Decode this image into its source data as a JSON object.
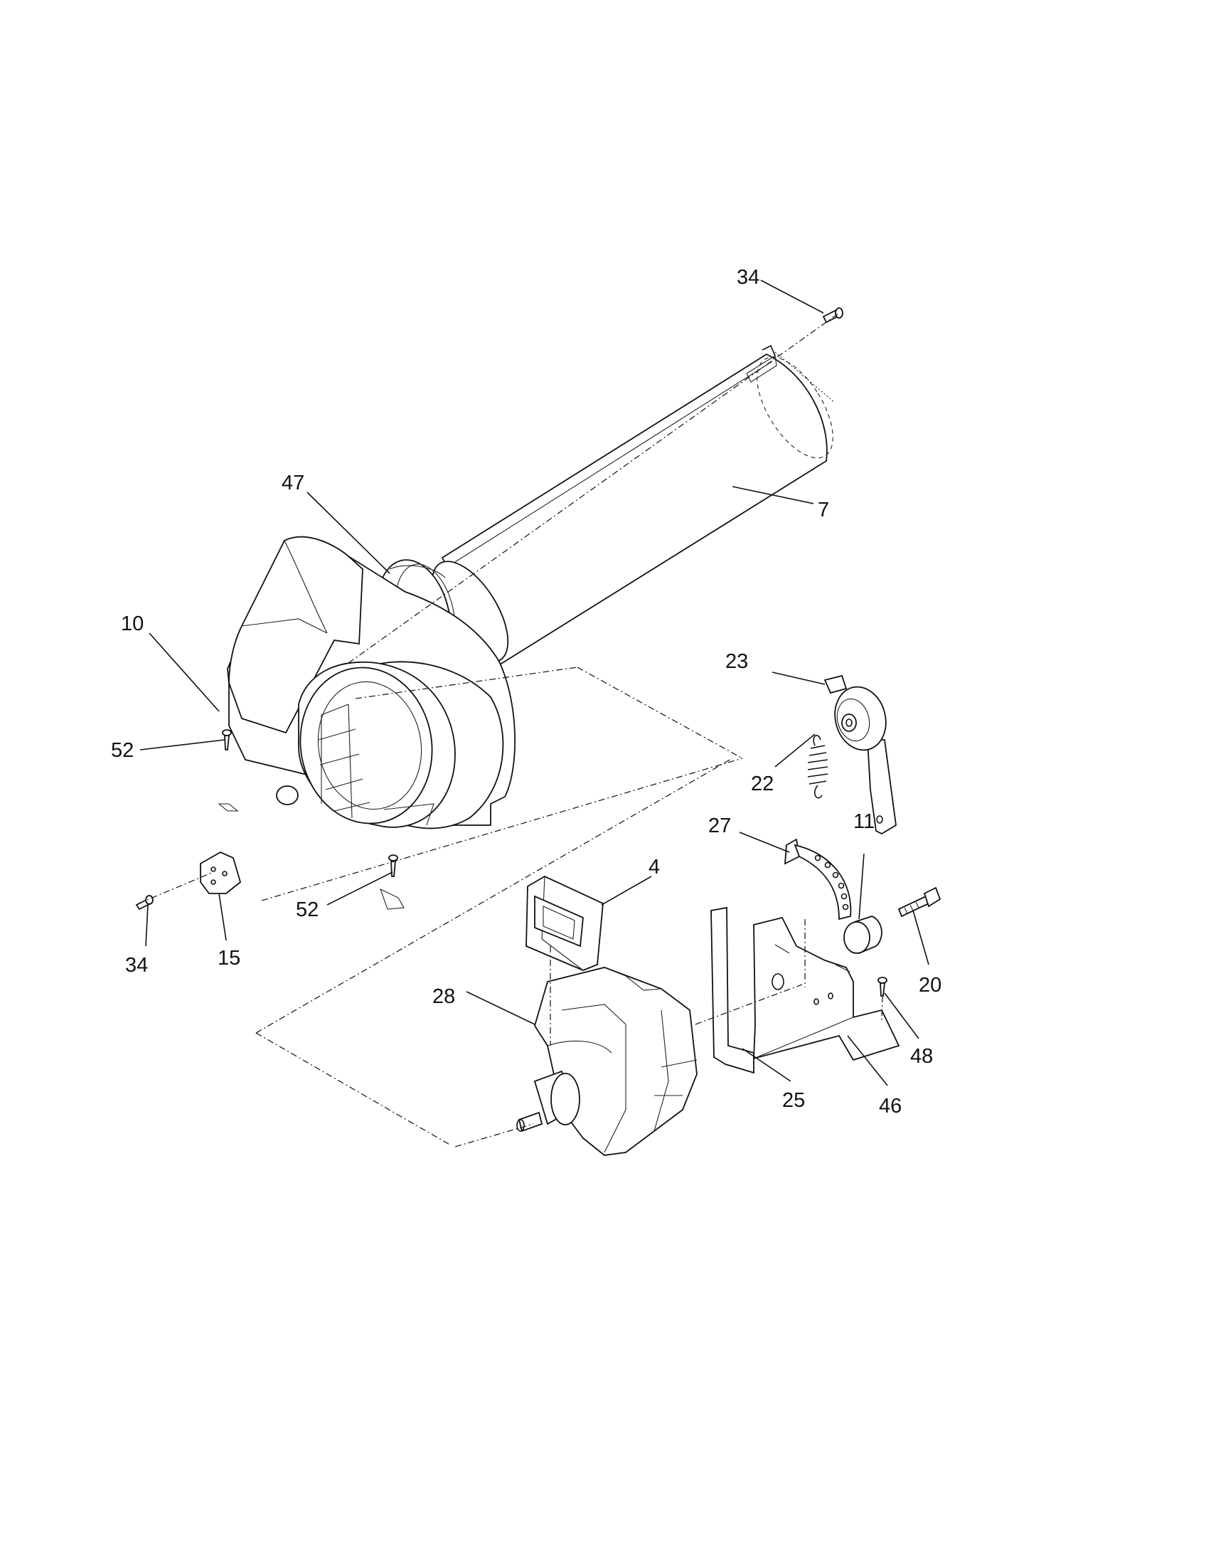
{
  "diagram": {
    "labels": [
      {
        "id": "label-34-top",
        "text": "34"
      },
      {
        "id": "label-47",
        "text": "47"
      },
      {
        "id": "label-7",
        "text": "7"
      },
      {
        "id": "label-10",
        "text": "10"
      },
      {
        "id": "label-23",
        "text": "23"
      },
      {
        "id": "label-52-left",
        "text": "52"
      },
      {
        "id": "label-22",
        "text": "22"
      },
      {
        "id": "label-27",
        "text": "27"
      },
      {
        "id": "label-11",
        "text": "11"
      },
      {
        "id": "label-4",
        "text": "4"
      },
      {
        "id": "label-52-bottom",
        "text": "52"
      },
      {
        "id": "label-34-bottom",
        "text": "34"
      },
      {
        "id": "label-15",
        "text": "15"
      },
      {
        "id": "label-20",
        "text": "20"
      },
      {
        "id": "label-28",
        "text": "28"
      },
      {
        "id": "label-48",
        "text": "48"
      },
      {
        "id": "label-25",
        "text": "25"
      },
      {
        "id": "label-46",
        "text": "46"
      }
    ]
  }
}
